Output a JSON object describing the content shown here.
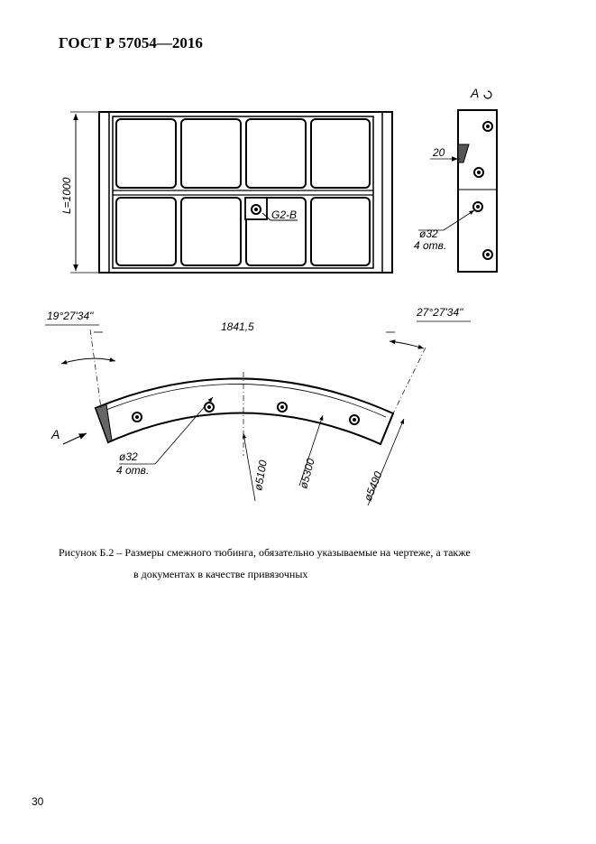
{
  "header": {
    "title": "ГОСТ Р 57054—2016"
  },
  "drawing": {
    "front_view": {
      "length_label": "L=1000",
      "grout_label": "G2-B"
    },
    "side_view": {
      "view_label": "A",
      "dim_20": "20",
      "hole_dia": "ø32",
      "hole_count": "4 отв."
    },
    "plan_view": {
      "angle_left": "19°27'34\"",
      "arc_length": "1841,5",
      "angle_right": "27°27'34\"",
      "arrow_label": "A",
      "hole_dia": "ø32",
      "hole_count": "4 отв.",
      "dia_inner": "ø5100",
      "dia_mid": "ø5300",
      "dia_outer": "ø5490"
    }
  },
  "caption": {
    "line1": "Рисунок Б.2 –  Размеры смежного тюбинга, обязательно указываемые на чертеже,  а также",
    "line2": "в документах в качестве привязочных"
  },
  "page_number": "30"
}
